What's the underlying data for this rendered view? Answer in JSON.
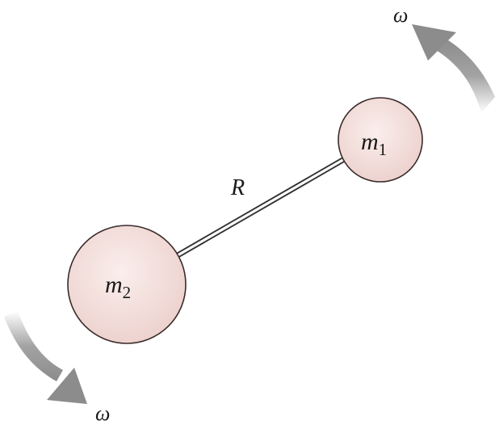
{
  "labels": {
    "mass1": "m",
    "mass1_sub": "1",
    "mass2": "m",
    "mass2_sub": "2",
    "separation": "R",
    "angular_velocity_top": "ω",
    "angular_velocity_bottom": "ω"
  },
  "colors": {
    "sphere_fill": "#f3dedb",
    "sphere_edge": "#3a2a2a",
    "arrow": "#8c8c8c"
  }
}
